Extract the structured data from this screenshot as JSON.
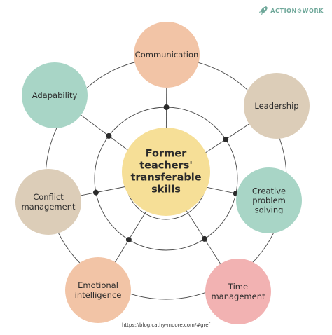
{
  "brand": {
    "logo_text": "ACTION⚙WORK",
    "logo_icon": "rocket-icon",
    "color": "#6fa89a"
  },
  "center": {
    "lines": [
      "Former",
      "teachers'",
      "transferable",
      "skills"
    ],
    "color": "#f6df97"
  },
  "skills": [
    {
      "id": "communication",
      "lines": [
        "Communication"
      ],
      "color": "#f2c4a6"
    },
    {
      "id": "leadership",
      "lines": [
        "Leadership"
      ],
      "color": "#dccdb8"
    },
    {
      "id": "creative-problem-solving",
      "lines": [
        "Creative",
        "problem",
        "solving"
      ],
      "color": "#a8d5c6"
    },
    {
      "id": "time-management",
      "lines": [
        "Time",
        "management"
      ],
      "color": "#f2b2b2"
    },
    {
      "id": "emotional-intelligence",
      "lines": [
        "Emotional",
        "intelligence"
      ],
      "color": "#f2c4a6"
    },
    {
      "id": "conflict-management",
      "lines": [
        "Conflict",
        "management"
      ],
      "color": "#dccdb8"
    },
    {
      "id": "adapability",
      "lines": [
        "Adapability"
      ],
      "color": "#a8d5c6"
    }
  ],
  "source": "https://blog.cathy-moore.com/#gref",
  "line_color": "#4a4a4a",
  "dot_color": "#2b2b2b"
}
